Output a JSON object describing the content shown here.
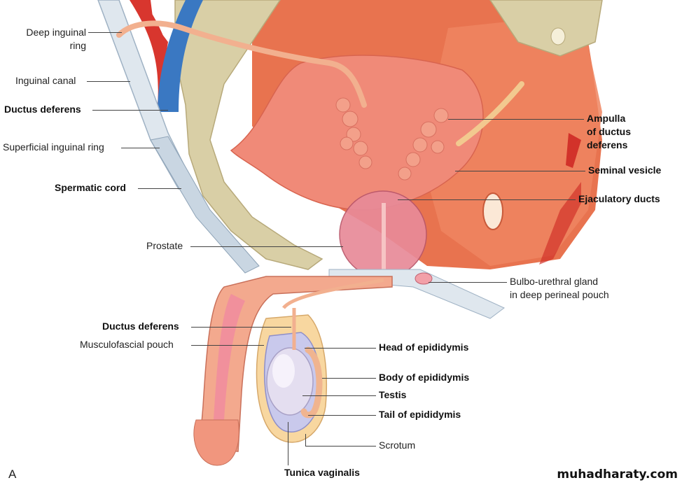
{
  "panel_letter": "A",
  "watermark": "muhadharaty.com",
  "colors": {
    "muscle": "#e8734f",
    "bone": "#d9cfa6",
    "vein": "#3a78c2",
    "artery": "#d8362e",
    "ductus": "#f2b08f",
    "testis": "#d9d3ea",
    "skin": "#f3a98e",
    "bladder": "#f08a78"
  },
  "labels": {
    "left": {
      "deep_inguinal_ring_1": "Deep inguinal",
      "deep_inguinal_ring_2": "ring",
      "inguinal_canal": "Inguinal canal",
      "ductus_deferens_top": "Ductus deferens",
      "superficial_inguinal_ring": "Superficial inguinal ring",
      "spermatic_cord": "Spermatic cord",
      "prostate": "Prostate",
      "ductus_deferens_bottom": "Ductus deferens",
      "musculofascial_pouch": "Musculofascial pouch"
    },
    "right": {
      "ampulla_1": "Ampulla",
      "ampulla_2": "of ductus",
      "ampulla_3": "deferens",
      "seminal_vesicle": "Seminal vesicle",
      "ejaculatory_ducts": "Ejaculatory ducts",
      "bulbo_1": "Bulbo-urethral gland",
      "bulbo_2": "in deep perineal pouch",
      "head_epididymis": "Head of epididymis",
      "body_epididymis": "Body of epididymis",
      "testis": "Testis",
      "tail_epididymis": "Tail of epididymis",
      "scrotum": "Scrotum"
    },
    "bottom": {
      "tunica_vaginalis": "Tunica vaginalis"
    }
  }
}
